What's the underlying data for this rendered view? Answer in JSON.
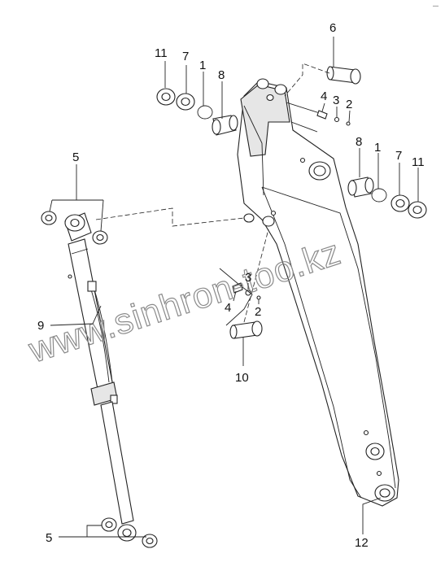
{
  "diagram": {
    "corner_mark": "—",
    "watermark": "www.sinhron-too.kz",
    "callouts": [
      {
        "id": "c11a",
        "text": "11"
      },
      {
        "id": "c7a",
        "text": "7"
      },
      {
        "id": "c1a",
        "text": "1"
      },
      {
        "id": "c8a",
        "text": "8"
      },
      {
        "id": "c6",
        "text": "6"
      },
      {
        "id": "c4a",
        "text": "4"
      },
      {
        "id": "c3a",
        "text": "3"
      },
      {
        "id": "c2a",
        "text": "2"
      },
      {
        "id": "c8b",
        "text": "8"
      },
      {
        "id": "c1b",
        "text": "1"
      },
      {
        "id": "c7b",
        "text": "7"
      },
      {
        "id": "c11b",
        "text": "11"
      },
      {
        "id": "c5a",
        "text": "5"
      },
      {
        "id": "c3b",
        "text": "3"
      },
      {
        "id": "c4b",
        "text": "4"
      },
      {
        "id": "c2b",
        "text": "2"
      },
      {
        "id": "c9",
        "text": "9"
      },
      {
        "id": "c10",
        "text": "10"
      },
      {
        "id": "c12",
        "text": "12"
      },
      {
        "id": "c5b",
        "text": "5"
      }
    ]
  }
}
